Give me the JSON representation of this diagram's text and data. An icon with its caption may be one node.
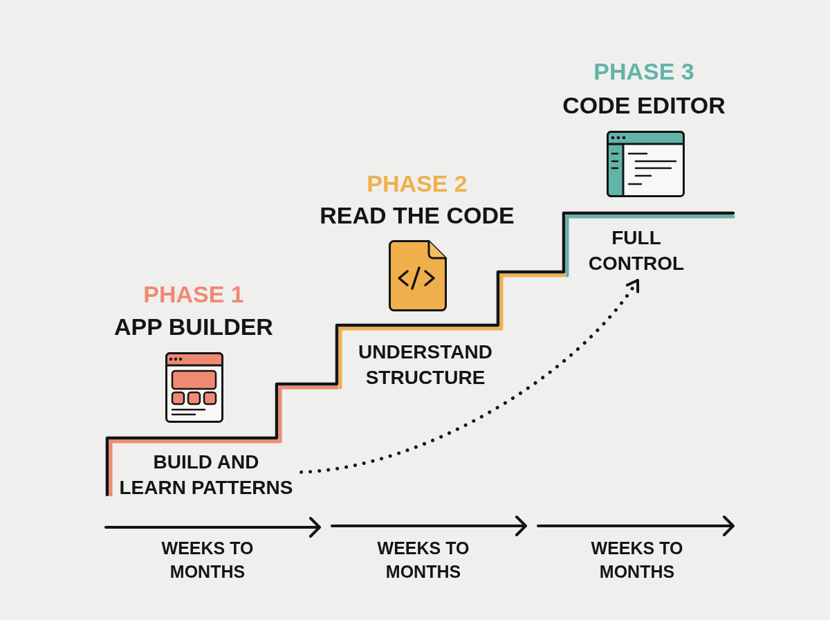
{
  "diagram": {
    "nodes": [
      {
        "text": [
          "BUILD AND LEARN PATTERNS"
        ]
      },
      {
        "text": [
          "FULL CONTROL"
        ]
      }
    ],
    "edges": [
      {
        "from": 0,
        "to": 1,
        "arrow": "to",
        "style": "dashed"
      }
    ],
    "labels": [
      "PHASE 1",
      "APP BUILDER",
      "PHASE 2",
      "READ THE CODE",
      "UNDERSTAND STRUCTURE",
      "PHASE 3",
      "CODE EDITOR",
      "WEEKS TO MONTHS",
      "WEEKS TO MONTHS",
      "WEEKS TO MONTHS"
    ]
  }
}
